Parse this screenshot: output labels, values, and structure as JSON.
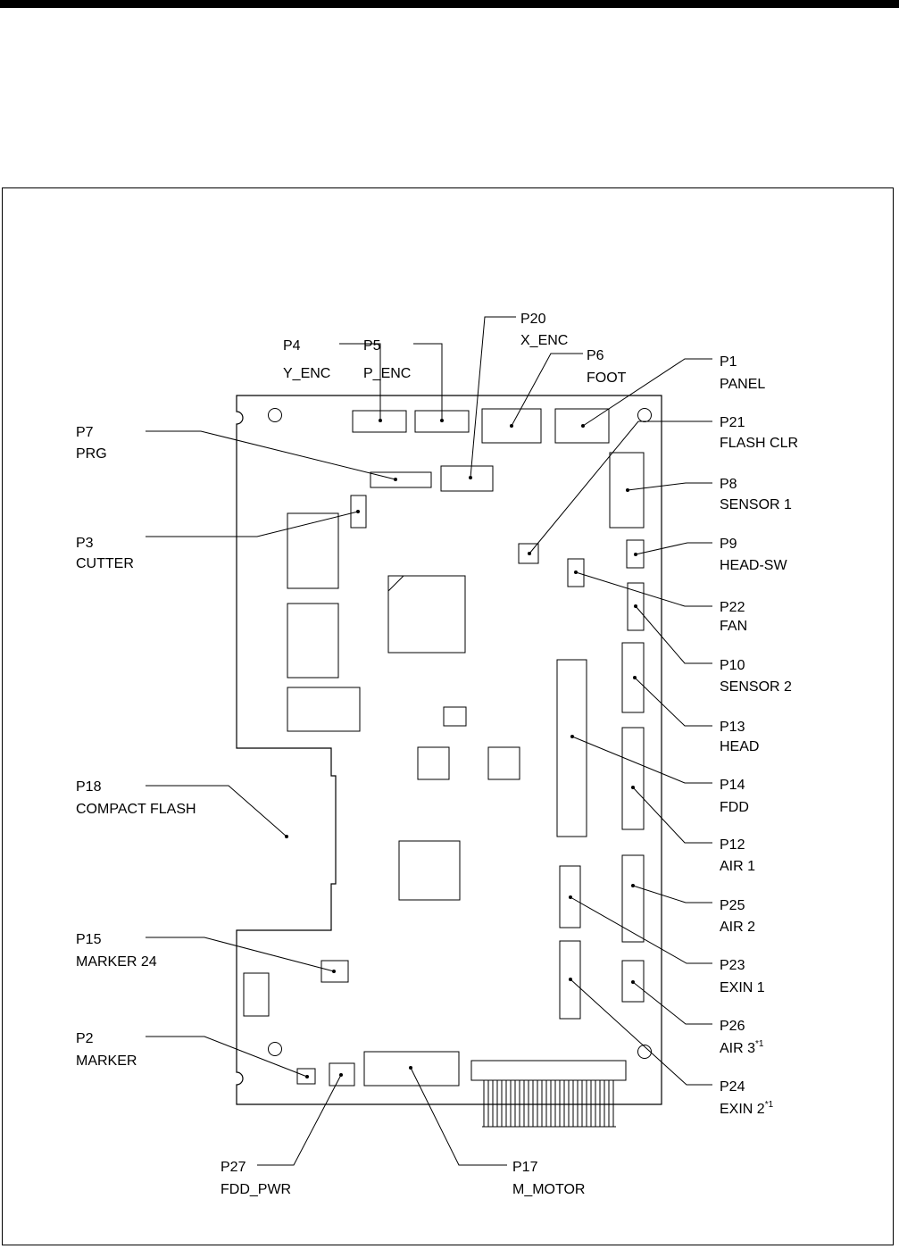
{
  "labels": {
    "p4": {
      "id": "P4",
      "name": "Y_ENC"
    },
    "p5": {
      "id": "P5",
      "name": "P_ENC"
    },
    "p20": {
      "id": "P20",
      "name": "X_ENC"
    },
    "p6": {
      "id": "P6",
      "name": "FOOT"
    },
    "p1": {
      "id": "P1",
      "name": "PANEL"
    },
    "p21": {
      "id": "P21",
      "name": "FLASH CLR"
    },
    "p7": {
      "id": "P7",
      "name": "PRG"
    },
    "p8": {
      "id": "P8",
      "name": "SENSOR 1"
    },
    "p3": {
      "id": "P3",
      "name": "CUTTER"
    },
    "p9": {
      "id": "P9",
      "name": "HEAD-SW"
    },
    "p22": {
      "id": "P22",
      "name": "FAN"
    },
    "p10": {
      "id": "P10",
      "name": "SENSOR 2"
    },
    "p13": {
      "id": "P13",
      "name": "HEAD"
    },
    "p18": {
      "id": "P18",
      "name": "COMPACT FLASH"
    },
    "p14": {
      "id": "P14",
      "name": "FDD"
    },
    "p12": {
      "id": "P12",
      "name": "AIR 1"
    },
    "p25": {
      "id": "P25",
      "name": "AIR 2"
    },
    "p15": {
      "id": "P15",
      "name": "MARKER 24"
    },
    "p23": {
      "id": "P23",
      "name": "EXIN 1"
    },
    "p26": {
      "id": "P26",
      "name": "AIR 3",
      "note": "*1"
    },
    "p2": {
      "id": "P2",
      "name": "MARKER"
    },
    "p24": {
      "id": "P24",
      "name": "EXIN 2",
      "note": "*1"
    },
    "p27": {
      "id": "P27",
      "name": "FDD_PWR"
    },
    "p17": {
      "id": "P17",
      "name": "M_MOTOR"
    }
  }
}
